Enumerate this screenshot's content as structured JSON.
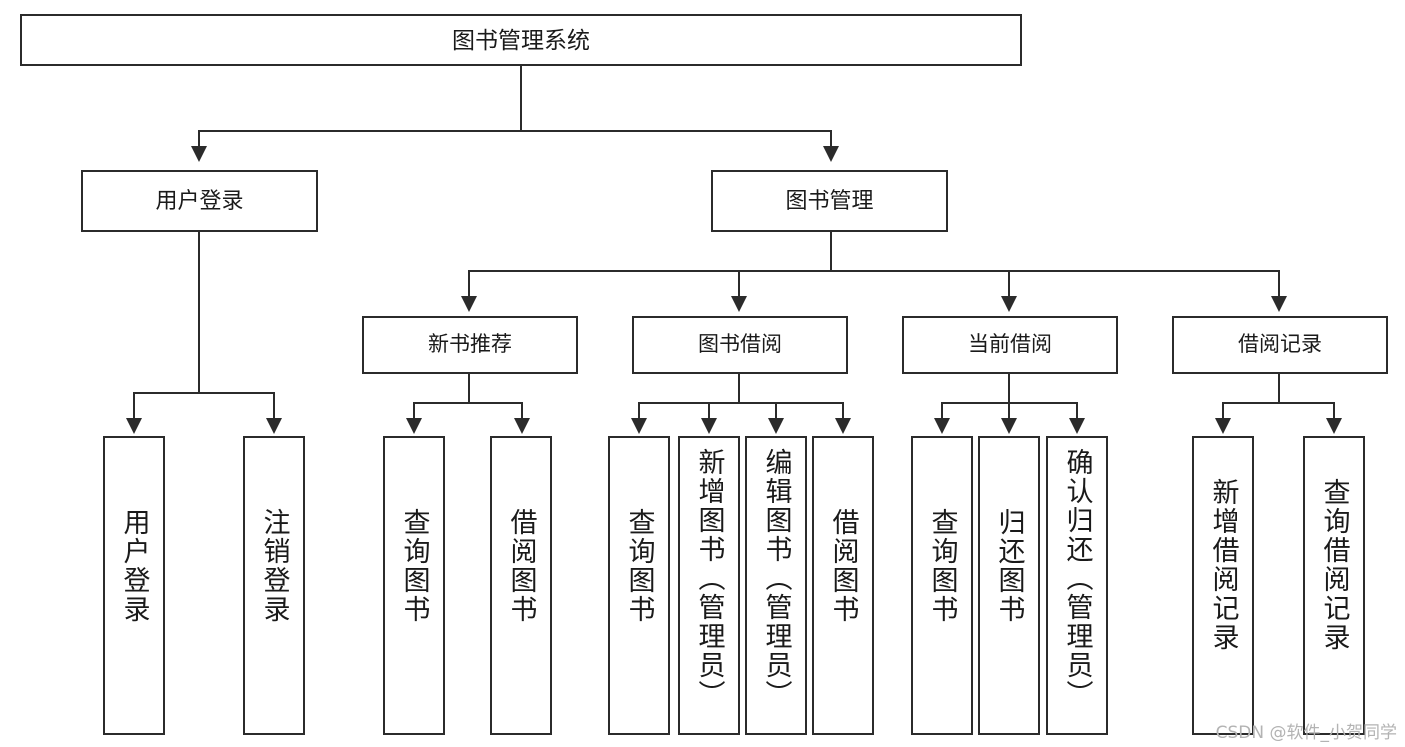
{
  "diagram": {
    "type": "tree-hierarchy",
    "root": {
      "label": "图书管理系统"
    },
    "level2": [
      {
        "label": "用户登录"
      },
      {
        "label": "图书管理"
      }
    ],
    "level3": [
      {
        "label": "新书推荐"
      },
      {
        "label": "图书借阅"
      },
      {
        "label": "当前借阅"
      },
      {
        "label": "借阅记录"
      }
    ],
    "leaves": {
      "user_login": [
        {
          "label": "用户登录"
        },
        {
          "label": "注销登录"
        }
      ],
      "new_book": [
        {
          "label": "查询图书"
        },
        {
          "label": "借阅图书"
        }
      ],
      "book_borrow": [
        {
          "label": "查询图书"
        },
        {
          "label": "新增图书（管理员）"
        },
        {
          "label": "编辑图书（管理员）"
        },
        {
          "label": "借阅图书"
        }
      ],
      "current_borrow": [
        {
          "label": "查询图书"
        },
        {
          "label": "归还图书"
        },
        {
          "label": "确认归还（管理员）"
        }
      ],
      "borrow_record": [
        {
          "label": "新增借阅记录"
        },
        {
          "label": "查询借阅记录"
        }
      ]
    }
  },
  "watermark": {
    "text": "CSDN @软件_小贺同学"
  },
  "colors": {
    "stroke": "#2b2b2b",
    "fill": "#ffffff",
    "text": "#1a1a1a",
    "watermark": "#b3b3b3"
  }
}
